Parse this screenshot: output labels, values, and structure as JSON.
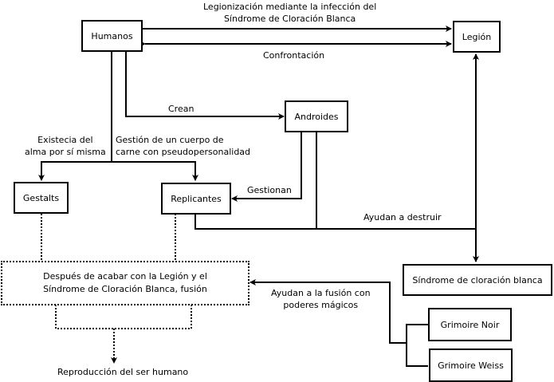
{
  "nodes": {
    "humanos": "Humanos",
    "legion": "Legión",
    "androides": "Androides",
    "gestalts": "Gestalts",
    "replicantes": "Replicantes",
    "fusion": [
      "Después de acabar con la Legión y el",
      "Síndrome de Cloración Blanca, fusión"
    ],
    "sindrome": "Síndrome de cloración blanca",
    "grimoire_noir": "Grimoire Noir",
    "grimoire_weiss": "Grimoire Weiss",
    "reproduccion": "Reproducción del ser humano"
  },
  "edges": {
    "legionizacion": [
      "Legionización mediante la infección del",
      "Síndrome de Cloración Blanca"
    ],
    "confrontacion": "Confrontación",
    "crean": "Crean",
    "existencia": [
      "Existecia del",
      "alma por sí misma"
    ],
    "gestion_cuerpo": [
      "Gestión de un cuerpo de",
      "carne con pseudopersonalidad"
    ],
    "gestionan": "Gestionan",
    "ayudan_destruir": "Ayudan a destruir",
    "ayudan_fusion": [
      "Ayudan a la fusión con",
      "poderes mágicos"
    ]
  }
}
